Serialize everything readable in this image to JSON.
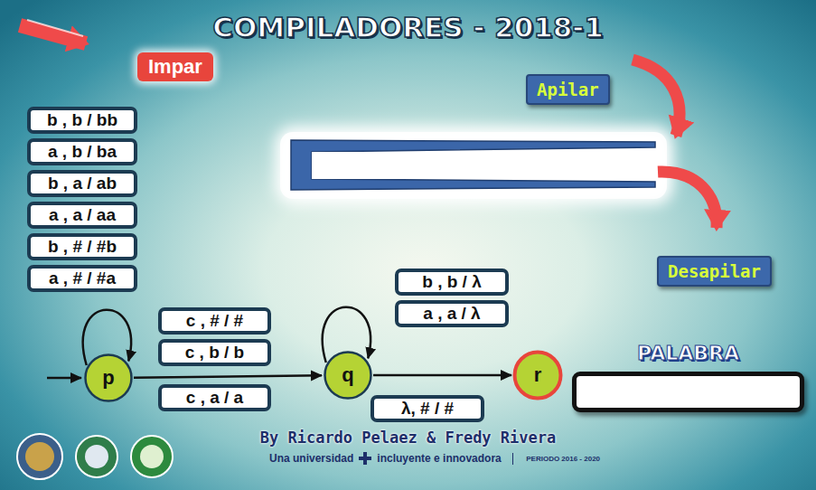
{
  "diagram": {
    "title": "COMPILADORES - 2018-1",
    "nodes": [
      {
        "text": [
          "Impar"
        ]
      },
      {
        "text": [
          "Apilar"
        ]
      },
      {
        "text": [
          "b , b / bb"
        ]
      },
      {
        "text": [
          "a , b / ba"
        ]
      },
      {
        "text": [
          "b , a / ab"
        ]
      },
      {
        "text": [
          "a , a / aa"
        ]
      },
      {
        "text": [
          "b , # / #b"
        ]
      },
      {
        "text": [
          "a , # / #a"
        ]
      },
      {
        "text": [
          "Desapilar"
        ]
      },
      {
        "text": [
          "b , b / λ"
        ]
      },
      {
        "text": [
          "a , a / λ"
        ]
      },
      {
        "text": [
          "c , # / #"
        ]
      },
      {
        "text": [
          "c , b / b"
        ]
      },
      {
        "text": [
          "c , a / a"
        ]
      },
      {
        "text": [
          "p"
        ]
      },
      {
        "text": [
          "q"
        ]
      },
      {
        "text": [
          "r"
        ]
      },
      {
        "text": [
          "λ, # / #"
        ]
      },
      {
        "text": [
          "PALABRA"
        ]
      }
    ],
    "edges": [
      {
        "from": 14,
        "to": 14,
        "arrow": "to"
      },
      {
        "from": 15,
        "to": 15,
        "arrow": "to"
      },
      {
        "from": 14,
        "to": 15,
        "arrow": "to"
      },
      {
        "from": 15,
        "to": 16,
        "arrow": "to"
      }
    ],
    "labels": [
      "By Ricardo Pelaez & Fredy Rivera",
      "Una universidad",
      "incluyente e innovadora",
      "PERIODO 2016 - 2020"
    ]
  }
}
